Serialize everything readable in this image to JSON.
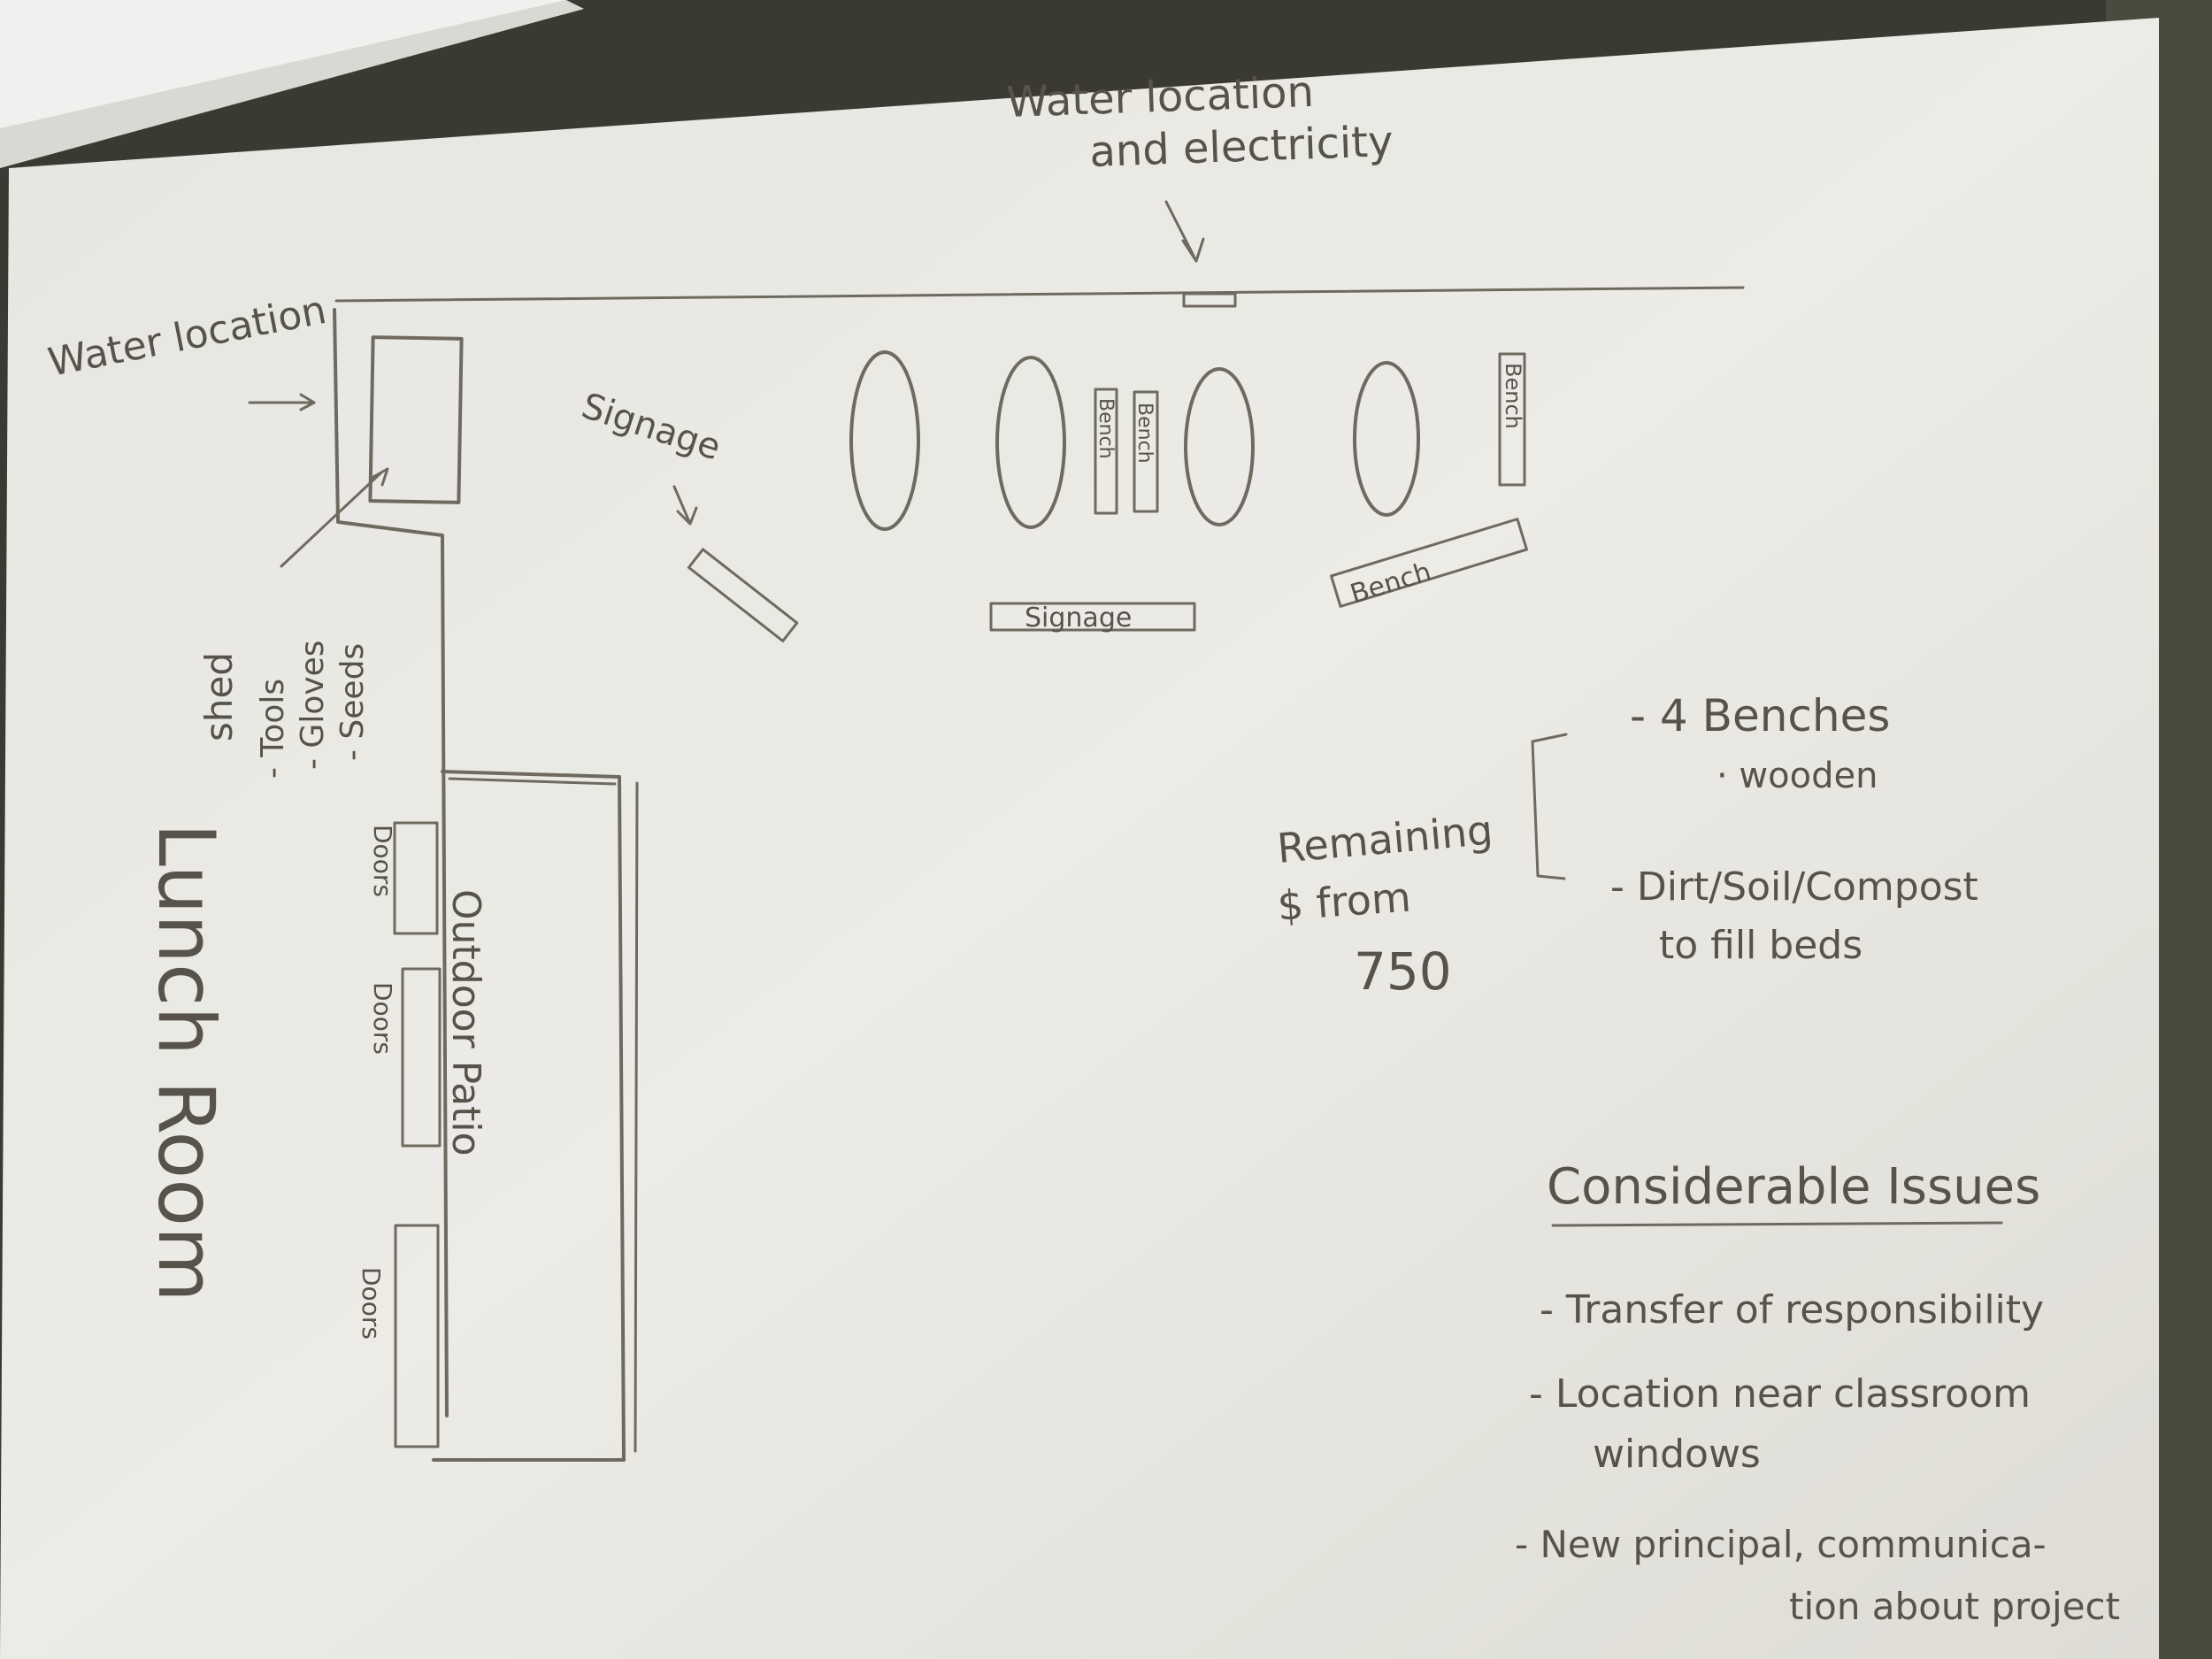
{
  "labels": {
    "water_electricity_line1": "Water location",
    "water_electricity_line2": "and electricity",
    "water_location": "Water location",
    "signage_top": "Signage",
    "bench_vertical_1": "Bench",
    "bench_vertical_2": "Bench",
    "bench_vertical_3": "Bench",
    "bench_horizontal": "Bench",
    "signage_box": "Signage",
    "shed": "shed",
    "shed_tools": "- Tools",
    "shed_gloves": "- Gloves",
    "shed_seeds": "- Seeds",
    "lunch_room": "Lunch Room",
    "doors_1": "Doors",
    "doors_2": "Doors",
    "doors_3": "Doors",
    "outdoor_patio": "Outdoor Patio"
  },
  "budget": {
    "remaining_line1": "Remaining",
    "remaining_line2": "$ from",
    "amount": "750",
    "item1": "- 4 Benches",
    "item1_detail": "· wooden",
    "item2_line1": "- Dirt/Soil/Compost",
    "item2_line2": "to fill beds"
  },
  "issues": {
    "heading": "Considerable Issues",
    "item1": "- Transfer of responsibility",
    "item2_line1": "- Location near classroom",
    "item2_line2": "windows",
    "item3_line1": "- New principal, communica-",
    "item3_line2": "tion about project"
  },
  "colors": {
    "paper": "#ecebe6",
    "pencil": "#6f6a60",
    "background": "#3a3a32"
  }
}
